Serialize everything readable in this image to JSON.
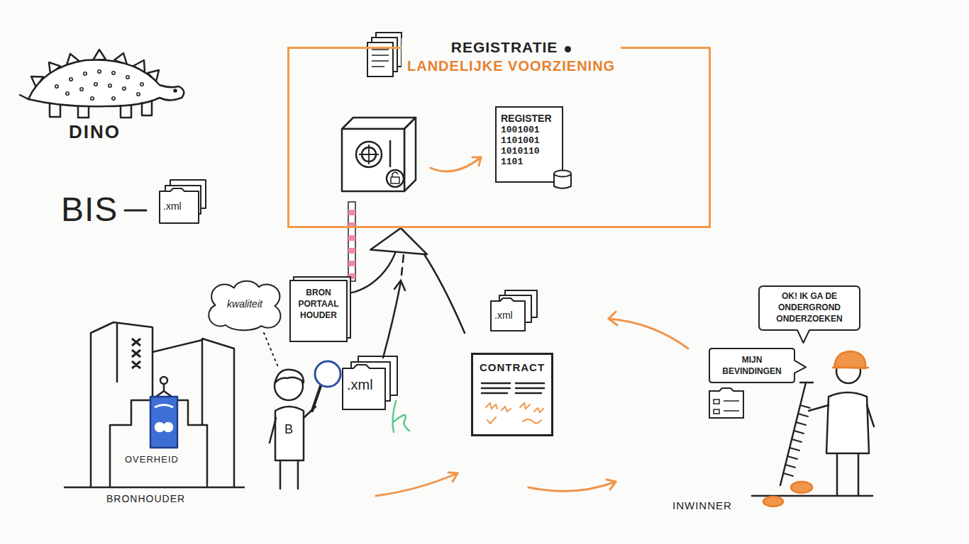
{
  "diagram": {
    "nodes": [
      {
        "text": [
          "REGISTRATIE",
          "LANDELIJKE VOORZIENING"
        ]
      },
      {
        "text": [
          "REGISTER",
          "1001001 1101001 1010110 1101"
        ],
        "in": 0
      },
      {
        "text": [
          "OK! IK GA DE ONDERGROND ONDERZOEKEN"
        ]
      },
      {
        "text": [
          "kwaliteit"
        ]
      },
      {
        "text": [
          "BRON PORTAAL HOUDER"
        ]
      },
      {
        "text": [
          "MIJN BEVINDINGEN"
        ]
      },
      {
        "text": [
          "CONTRACT"
        ]
      }
    ],
    "edges": [
      {
        "from": 4,
        "to": 0,
        "arrow": "to"
      }
    ],
    "labels": [
      "DINO",
      "BIS",
      ".xml",
      ".xml",
      ".xml",
      "B",
      "OVERHEID",
      "BRONHOUDER",
      "INWINNER"
    ]
  }
}
